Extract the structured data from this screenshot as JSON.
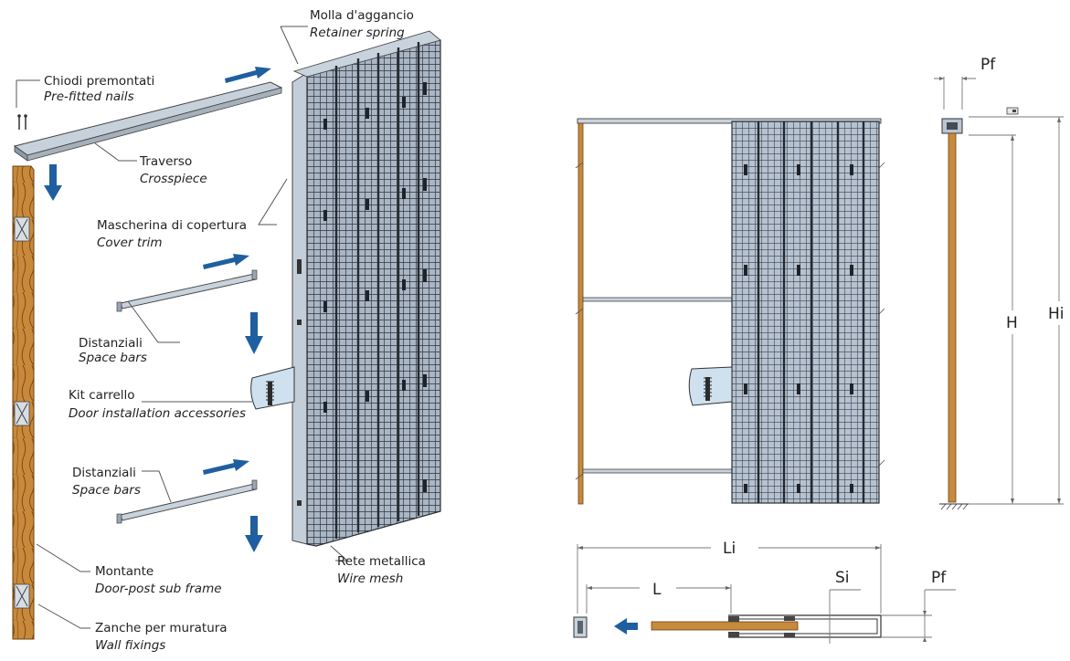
{
  "labels": {
    "nails": {
      "it": "Chiodi premontati",
      "en": "Pre-fitted nails"
    },
    "spring": {
      "it": "Molla d'aggancio",
      "en": "Retainer spring"
    },
    "crosspiece": {
      "it": "Traverso",
      "en": "Crosspiece"
    },
    "cover": {
      "it": "Mascherina di copertura",
      "en": "Cover trim"
    },
    "spacers1": {
      "it": "Distanziali",
      "en": "Space bars"
    },
    "kit": {
      "it": "Kit carrello",
      "en": "Door installation accessories"
    },
    "spacers2": {
      "it": "Distanziali",
      "en": "Space bars"
    },
    "post": {
      "it": "Montante",
      "en": "Door-post sub frame"
    },
    "fixings": {
      "it": "Zanche per muratura",
      "en": "Wall fixings"
    },
    "mesh": {
      "it": "Rete metallica",
      "en": "Wire mesh"
    }
  },
  "dimensions": {
    "pf_top": "Pf",
    "h": "H",
    "hi": "Hi",
    "li": "Li",
    "l": "L",
    "si": "Si",
    "pf_bottom": "Pf"
  },
  "colors": {
    "wood": "#c88a3c",
    "wood_dark": "#8a5a22",
    "arrow": "#1f5f9f",
    "metal": "#b9c6d3",
    "mesh_dark": "#3c4350"
  }
}
